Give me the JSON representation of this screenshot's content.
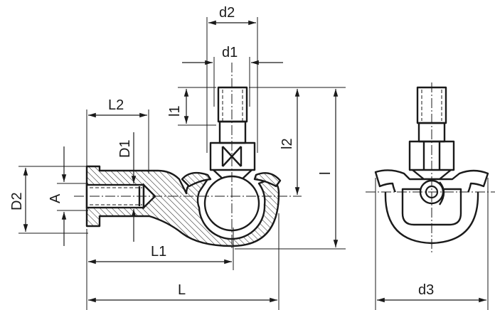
{
  "labels": {
    "d2": "d2",
    "d1": "d1",
    "l1": "l1",
    "l2": "l2",
    "l": "l",
    "L2": "L2",
    "D1": "D1",
    "D2": "D2",
    "A": "A",
    "L1": "L1",
    "L": "L",
    "d3": "d3"
  }
}
